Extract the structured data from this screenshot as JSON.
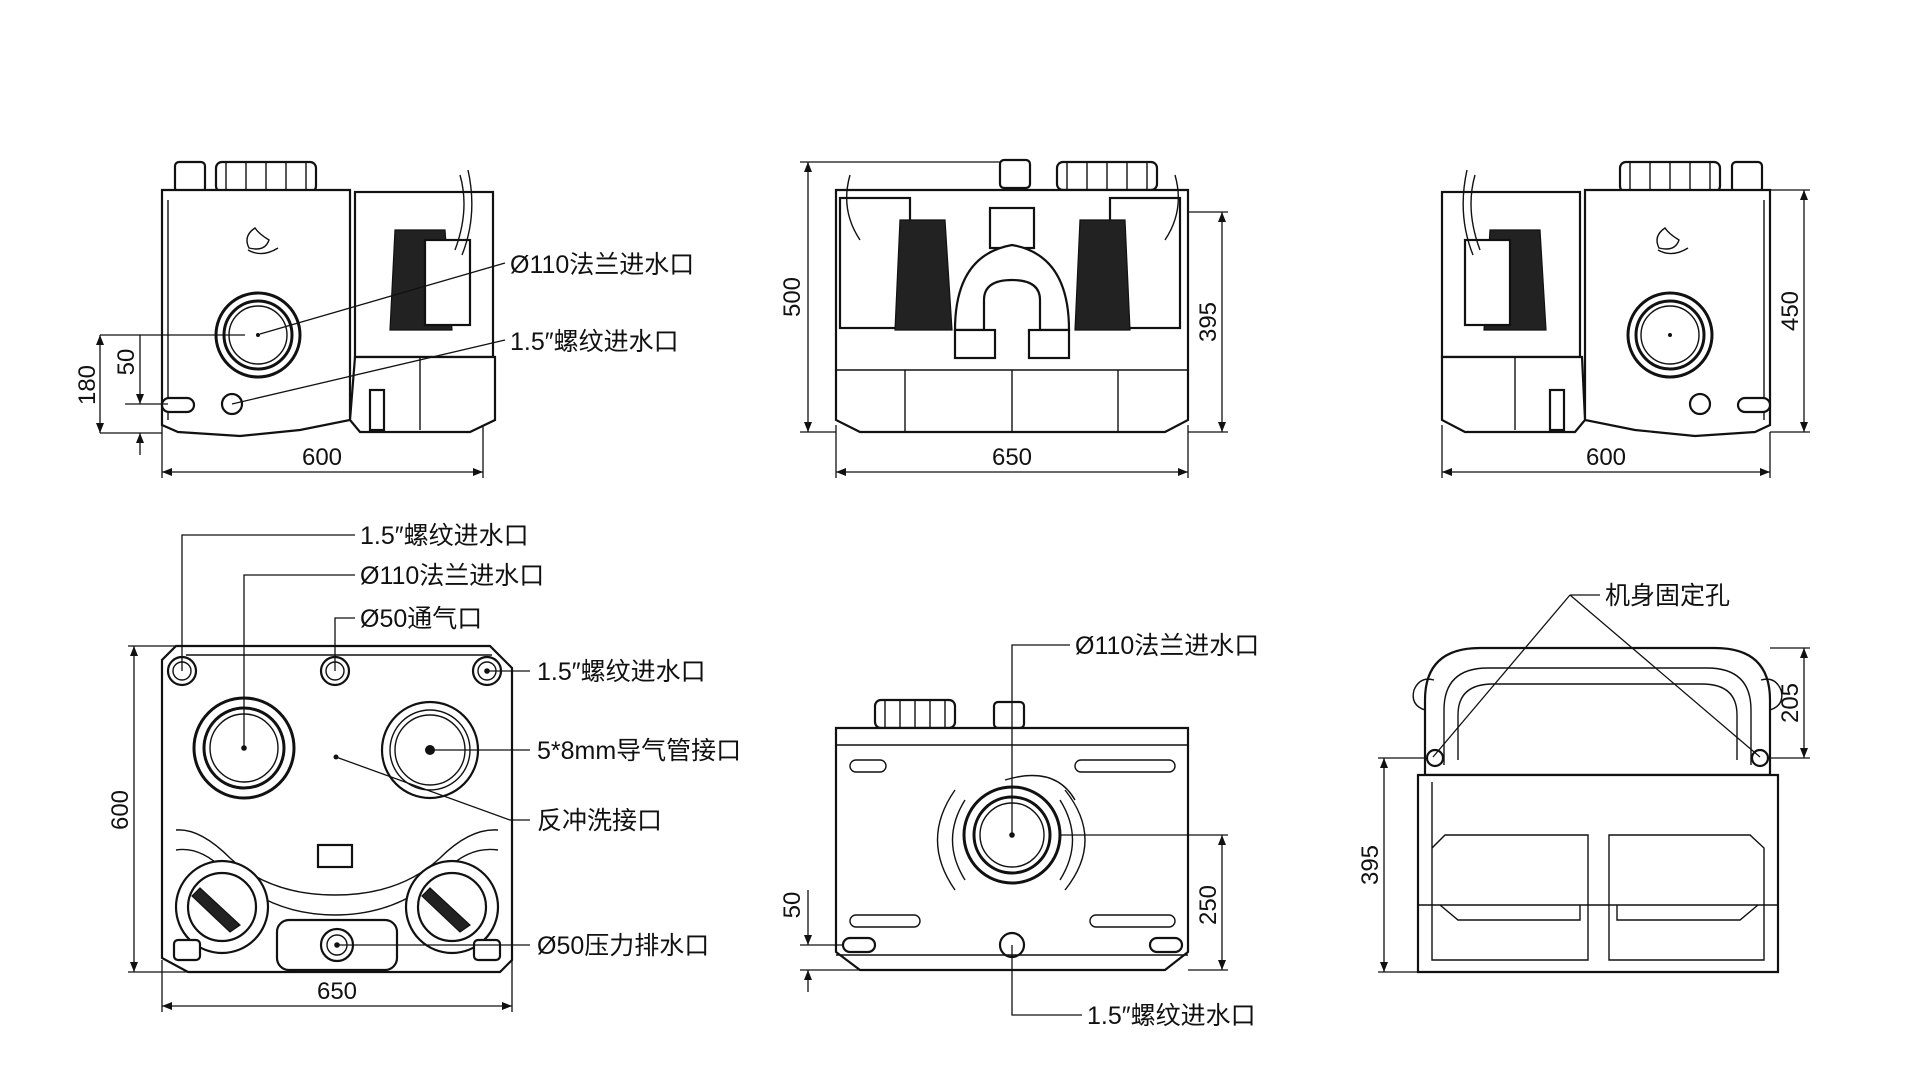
{
  "colors": {
    "line": "#111111",
    "background": "#ffffff"
  },
  "dims": {
    "left_width": "600",
    "left_h180": "180",
    "left_h50": "50",
    "front_width": "650",
    "front_h500": "500",
    "front_h395": "395",
    "right_width": "600",
    "right_h450": "450",
    "top_width": "650",
    "top_depth": "600",
    "bottom_h50": "50",
    "bottom_h250": "250",
    "frame_h205": "205",
    "frame_h395": "395"
  },
  "labels": {
    "left_flange_inlet": "Ø110法兰进水口",
    "left_thread_inlet": "1.5″螺纹进水口",
    "top_thread_inlet_1": "1.5″螺纹进水口",
    "top_flange_inlet": "Ø110法兰进水口",
    "top_vent": "Ø50通气口",
    "top_thread_inlet_2": "1.5″螺纹进水口",
    "top_air_pipe": "5*8mm导气管接口",
    "top_backwash": "反冲洗接口",
    "top_discharge": "Ø50压力排水口",
    "bottom_flange_inlet": "Ø110法兰进水口",
    "bottom_thread_inlet": "1.5″螺纹进水口",
    "frame_mount_holes": "机身固定孔"
  }
}
